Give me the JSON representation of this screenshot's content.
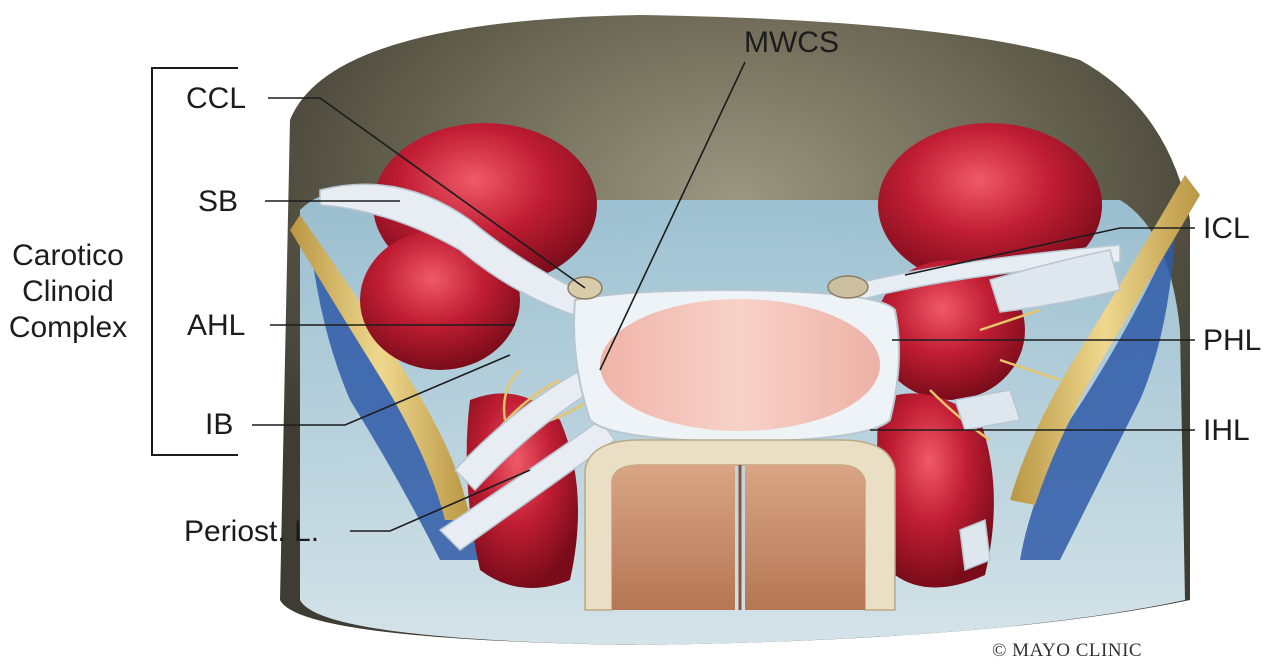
{
  "figure": {
    "group_label": [
      "Carotico",
      "Clinoid",
      "Complex"
    ],
    "left_labels": {
      "ccl": "CCL",
      "sb": "SB",
      "ahl": "AHL",
      "ib": "IB",
      "periost": "Periost. L."
    },
    "top_label": "MWCS",
    "right_labels": {
      "icl": "ICL",
      "phl": "PHL",
      "ihl": "IHL"
    },
    "copyright": "© MAYO CLINIC"
  },
  "colors": {
    "artery": "#b3172b",
    "artery_highlight": "#e04556",
    "nerve": "#d9b965",
    "ligament": "#e7edf2",
    "gland": "#f2c2b9",
    "dura": "#b9d7e3",
    "sinus_blue": "#2f5aa8",
    "bone": "#eadfc4",
    "sphenoid_cavity": "#c98e6f",
    "background_shadow": "#5a5746"
  }
}
